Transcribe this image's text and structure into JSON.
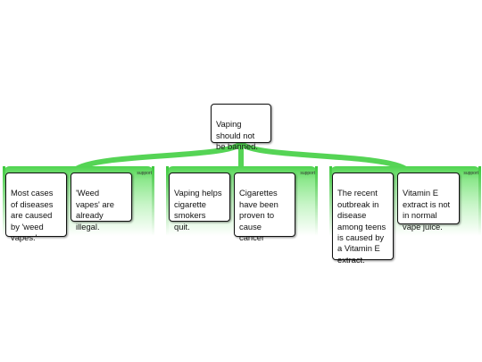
{
  "root": {
    "text": "Vaping\nshould not\nbe banned."
  },
  "groups": [
    {
      "tag": "support",
      "cards": [
        {
          "text": "Most cases\nof diseases\nare caused\nby 'weed\nvapes.'"
        },
        {
          "text": "'Weed\nvapes' are\nalready\nillegal."
        }
      ]
    },
    {
      "tag": "support",
      "cards": [
        {
          "text": "Vaping helps\ncigarette\nsmokers\nquit."
        },
        {
          "text": "Cigarettes\nhave been\nproven to\ncause\ncancer"
        }
      ]
    },
    {
      "tag": "support",
      "cards": [
        {
          "text": "The recent\noutbreak in\ndisease\namong teens\nis caused by\na Vitamin E\nextract."
        },
        {
          "text": "Vitamin E\nextract is not\nin normal\nvape juice."
        }
      ]
    }
  ],
  "colors": {
    "link": "#55d455",
    "group_top": "#4fd44f"
  }
}
